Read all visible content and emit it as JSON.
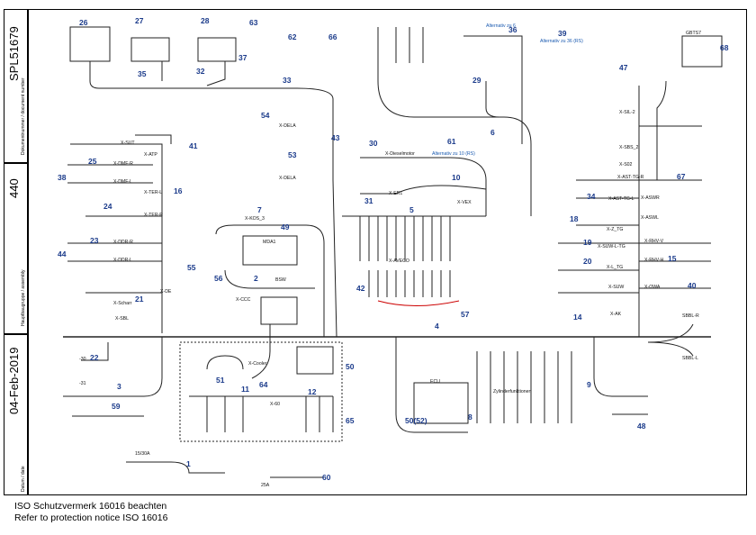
{
  "title_block": {
    "document_number_label": "Dokumentnummer / document number",
    "document_number": "SPL51679",
    "assembly_label": "Hauptbaugruppe / assembly",
    "assembly": "440",
    "date_label": "Datum / date",
    "date": "04-Feb-2019"
  },
  "footer": {
    "line1": "ISO Schutzvermerk 16016 beachten",
    "line2": "Refer to protection notice ISO 16016"
  },
  "callouts": [
    "1",
    "2",
    "3",
    "4",
    "5",
    "6",
    "7",
    "8",
    "9",
    "10",
    "11",
    "12",
    "14",
    "15",
    "16",
    "18",
    "19",
    "20",
    "21",
    "22",
    "23",
    "24",
    "25",
    "26",
    "27",
    "28",
    "29",
    "30",
    "31",
    "32",
    "33",
    "34",
    "35",
    "36",
    "37",
    "38",
    "39",
    "40",
    "41",
    "42",
    "43",
    "44",
    "47",
    "48",
    "49",
    "50",
    "50(52)",
    "51",
    "53",
    "54",
    "55",
    "56",
    "57",
    "59",
    "60",
    "61",
    "62",
    "63",
    "64",
    "65",
    "66",
    "67",
    "68"
  ],
  "connector_labels": {
    "x_sut": "X-SUT",
    "x_atp": "X-ATP",
    "x_dmf_r": "X-DMF-R",
    "x_dmf_l": "X-DMF-L",
    "x_ter_l": "X-TER-L",
    "x_ter_r": "X-TER-R",
    "x_ddr_r": "X-DDR-R",
    "x_ddr_l": "X-DDR-L",
    "x_schar": "X-Scharr",
    "x_de": "X-DE",
    "x_sbl": "X-SBL",
    "x_kos_3": "X-KOS_3",
    "x_dela_1": "X-DELA",
    "x_dela_2": "X-DELA",
    "x_ccc": "X-CCC",
    "x_dieselmotor": "X-Dieselmotor",
    "x_er_1": "X-ER1",
    "x_vex": "X-VEX",
    "x_aveco": "X-AVECO",
    "x_sil_2": "X-SIL-2",
    "x_sbs_2": "X-SBS_2",
    "x_ast_tg_r": "X-AST-TG-R",
    "x_ast_tg_l": "X-AST-TG-L",
    "x_s02": "X-S02",
    "x_aswr": "X-ASWR",
    "x_aswl": "X-ASWL",
    "x_z_tg": "X-Z_TG",
    "x_suw_l_tg": "X-SUW-L-TG",
    "x_l_tg": "X-L_TG",
    "x_suw": "X-SUW",
    "x_rhv_v": "X-RHV-V",
    "x_rhv_h": "X-RHV-H",
    "x_owa": "X-OWA",
    "x_ak": "X-AK",
    "sbbl_r": "SBBL-R",
    "sbbl_l": "SBBL-L",
    "x_cooler": "X-Cooler",
    "x_60": "X-60",
    "ecu": "ECU",
    "bsw": "BSW",
    "mda1": "MDA1",
    "zylinderfunktionen": "Zylinderfunktionen",
    "alternativ_1": "Alternativ zu 6",
    "alternativ_2": "Alternativ zu 36 (RS)",
    "alternativ_3": "Alternativ zu 10 (RS)",
    "gbts": "GBTS7",
    "k_31": "-31",
    "k_30": "-30",
    "k_15_30a": "15/30A",
    "k_25a": "25A"
  }
}
